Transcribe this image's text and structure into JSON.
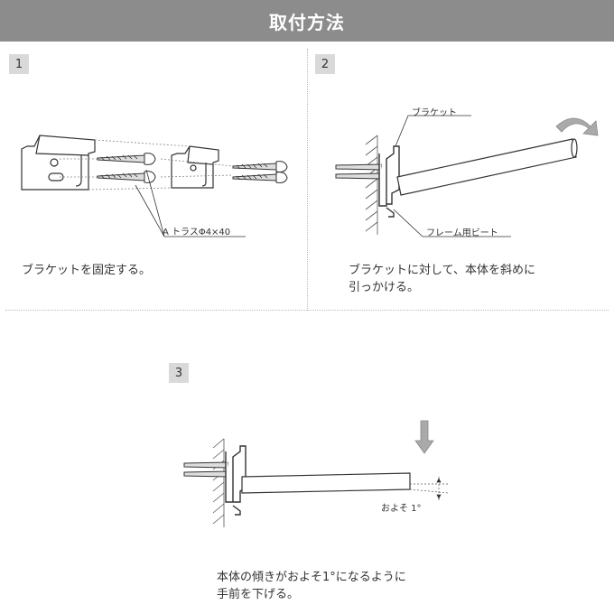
{
  "header": {
    "title": "取付方法"
  },
  "steps": [
    {
      "number": "1",
      "caption": "ブラケットを固定する。",
      "labels": {
        "screw": "A トラスΦ4×40"
      }
    },
    {
      "number": "2",
      "caption": "ブラケットに対して、本体を斜めに\n引っかける。",
      "labels": {
        "bracket": "ブラケット",
        "frame_bead": "フレーム用ビート"
      }
    },
    {
      "number": "3",
      "caption": "本体の傾きがおよそ1°になるように\n手前を下げる。",
      "labels": {
        "angle": "およそ 1°"
      }
    }
  ]
}
